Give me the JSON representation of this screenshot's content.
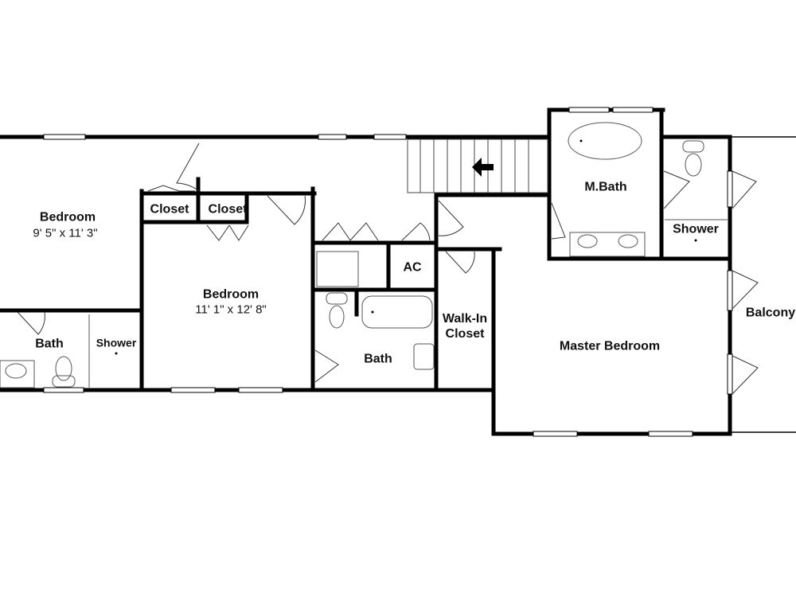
{
  "rooms": {
    "bedroom1": {
      "name": "Bedroom",
      "size": "9' 5\" x 11' 3\""
    },
    "bedroom2": {
      "name": "Bedroom",
      "size": "11' 1\" x 12' 8\""
    },
    "closet1": "Closet",
    "closet2": "Closet",
    "ac": "AC",
    "bath1": "Bath",
    "shower1": "Shower",
    "bath2": "Bath",
    "walkin": "Walk-In Closet",
    "mbath": "M.Bath",
    "shower2": "Shower",
    "master": "Master Bedroom",
    "balcony": "Balcony"
  },
  "colors": {
    "wall": "#000000",
    "fixture": "#555555",
    "window": "#ffffff"
  }
}
